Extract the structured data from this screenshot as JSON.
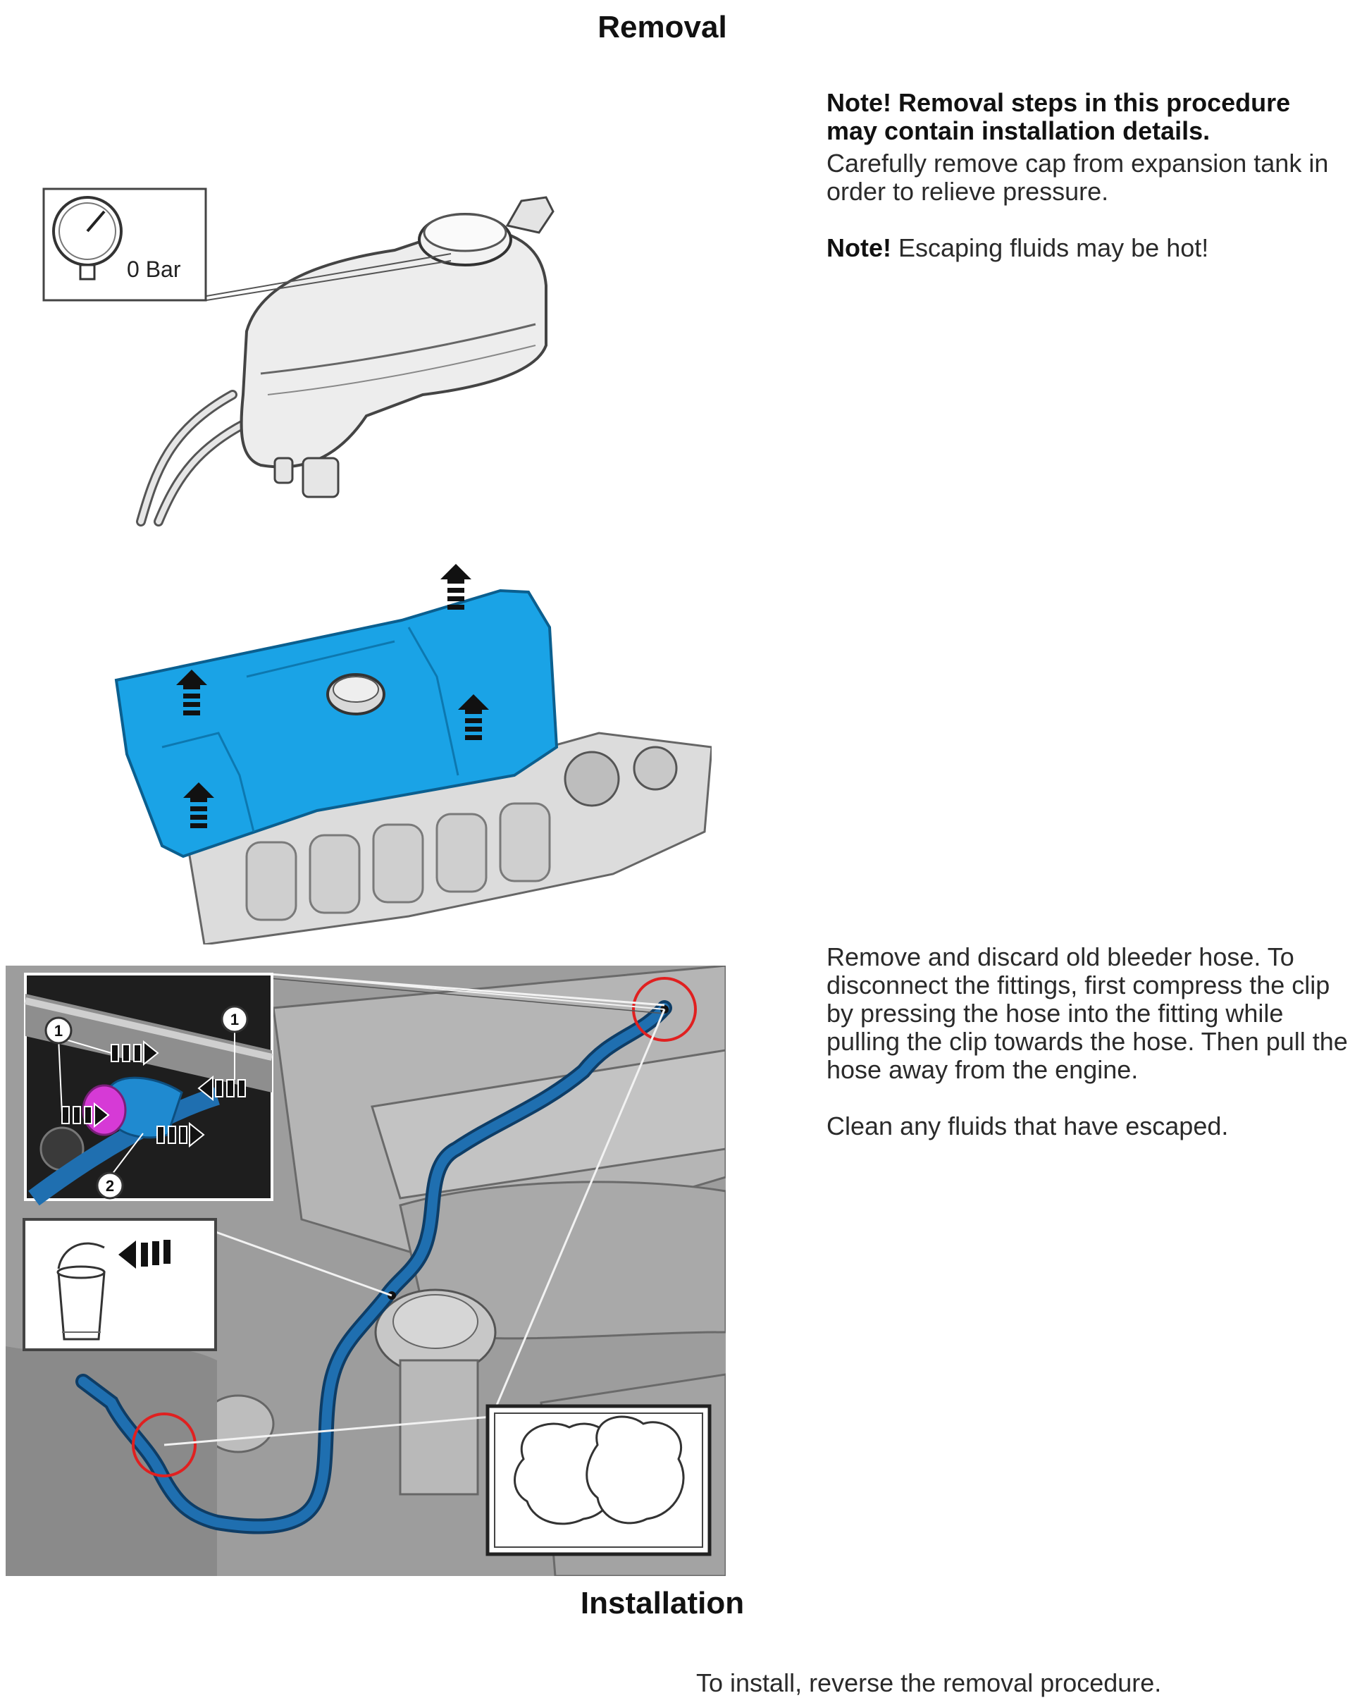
{
  "headings": {
    "removal": "Removal",
    "installation": "Installation"
  },
  "step1": {
    "note_bold": "Note! Removal steps in this procedure may contain installation details.",
    "instruction": "Carefully remove cap from expansion tank in order to relieve pressure.",
    "warning_label": "Note!",
    "warning_text": " Escaping fluids may be hot!",
    "gauge_label": "0 Bar"
  },
  "step3": {
    "instruction": "Remove and discard old bleeder hose. To disconnect the fittings, first compress the clip by pressing the hose into the fitting while pulling the clip towards the hose. Then pull the hose away from the engine.",
    "clean_note": "Clean any fluids that have escaped.",
    "callouts": [
      "1",
      "1",
      "2"
    ]
  },
  "installation": {
    "instruction": "To install, reverse the removal procedure."
  },
  "colors": {
    "engine_cover": "#1aa3e6",
    "hose": "#1f6fb0",
    "fitting_highlight": "#d63ad6",
    "callout_circle": "#e02020"
  }
}
